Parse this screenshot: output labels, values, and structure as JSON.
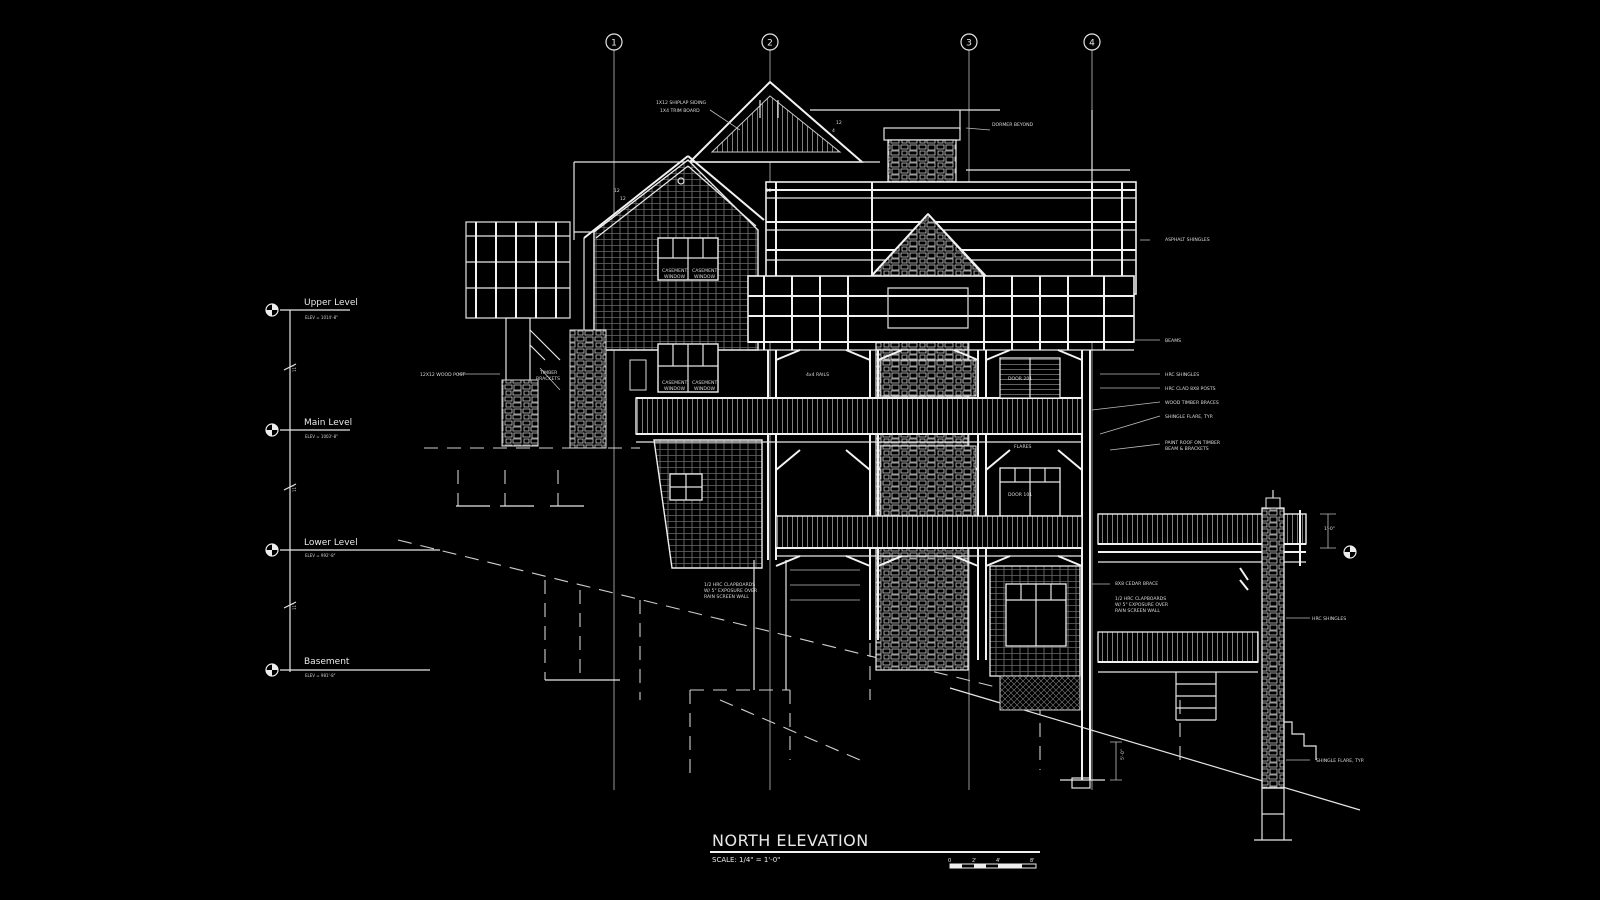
{
  "title": "NORTH ELEVATION",
  "scale": "SCALE: 1/4\"  =  1'-0\"",
  "scale_bar_labels": [
    "0",
    "2'",
    "4'",
    "8'"
  ],
  "grid_markers": [
    "1",
    "2",
    "3",
    "4"
  ],
  "levels": [
    {
      "name": "Upper Level",
      "elev": "ELEV = 1014'-8\""
    },
    {
      "name": "Main Level",
      "elev": "ELEV = 1003'-8\""
    },
    {
      "name": "Lower Level",
      "elev": "ELEV = 992'-8\""
    },
    {
      "name": "Basement",
      "elev": "ELEV = 981'-8\""
    }
  ],
  "level_dims": [
    "11'",
    "11'",
    "11'"
  ],
  "notes": {
    "shiplap": "1X12 SHIPLAP SIDING",
    "trim": "1X4 TRIM BOARD",
    "dormer": "DORMER BEYOND",
    "asphalt": "ASPHALT SHINGLES",
    "beams": "BEAMS",
    "hrc_shingles": "HRC SHINGLES",
    "clad_posts": "HRC CLAD 8X8 POSTS",
    "timber_braces": "WOOD TIMBER BRACES",
    "shingle_flare": "SHINGLE FLARE, TYP.",
    "paint": "PAINT ROOF ON TIMBER",
    "beam_brackets": "BEAM & BRACKETS",
    "cedar_brace": "8X8 CEDAR BRACE",
    "clapboards_1": "1/2 HRC CLAPBOARDS",
    "clapboards_2": "W/ 5\" EXPOSURE OVER",
    "clapboards_3": "RAIN SCREEN WALL",
    "mid_clap_1": "1/2 HRC CLAPBOARDS",
    "mid_clap_2": "W/ 5\" EXPOSURE OVER",
    "mid_clap_3": "RAIN SCREEN WALL",
    "hrc_shingles_2": "HRC SHINGLES",
    "shingle_flare_2": "SHINGLE FLARE, TYP.",
    "post": "12X12 WOOD POST",
    "timber_1": "TIMBER",
    "timber_2": "BRACKETS",
    "window_1a": "CASEMENT",
    "window_1b": "WINDOW",
    "window_2a": "CASEMENT",
    "window_2b": "WINDOW",
    "window_3a": "CASEMENT",
    "window_3b": "WINDOW",
    "window_4a": "CASEMENT",
    "window_4b": "WINDOW",
    "door_1": "DOOR 201",
    "door_2": "DOOR 101",
    "rails": "4x4 RAILS",
    "flares": "FLARES",
    "roof_pitch_1": "12",
    "roof_pitch_2": "12",
    "roof_pitch_3": "12",
    "pitch_val_1": "4",
    "pitch_val_2": "12",
    "deck_dim": "1'-0\"",
    "footing_dim": "5'-0\""
  },
  "colors": {
    "background": "#000000",
    "linework": "#e6e6e6"
  }
}
